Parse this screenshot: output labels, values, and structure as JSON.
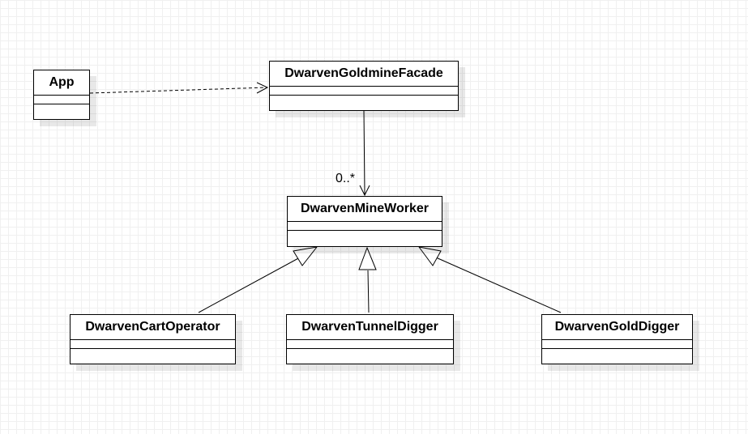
{
  "diagram": {
    "classes": {
      "app": {
        "name": "App"
      },
      "facade": {
        "name": "DwarvenGoldmineFacade"
      },
      "worker": {
        "name": "DwarvenMineWorker"
      },
      "cart_operator": {
        "name": "DwarvenCartOperator"
      },
      "tunnel_digger": {
        "name": "DwarvenTunnelDigger"
      },
      "gold_digger": {
        "name": "DwarvenGoldDigger"
      }
    },
    "relations": [
      {
        "type": "dependency",
        "from": "App",
        "to": "DwarvenGoldmineFacade"
      },
      {
        "type": "association",
        "from": "DwarvenGoldmineFacade",
        "to": "DwarvenMineWorker",
        "target_multiplicity": "0..*"
      },
      {
        "type": "generalization",
        "from": "DwarvenCartOperator",
        "to": "DwarvenMineWorker"
      },
      {
        "type": "generalization",
        "from": "DwarvenTunnelDigger",
        "to": "DwarvenMineWorker"
      },
      {
        "type": "generalization",
        "from": "DwarvenGoldDigger",
        "to": "DwarvenMineWorker"
      }
    ],
    "multiplicity_label": "0..*"
  }
}
